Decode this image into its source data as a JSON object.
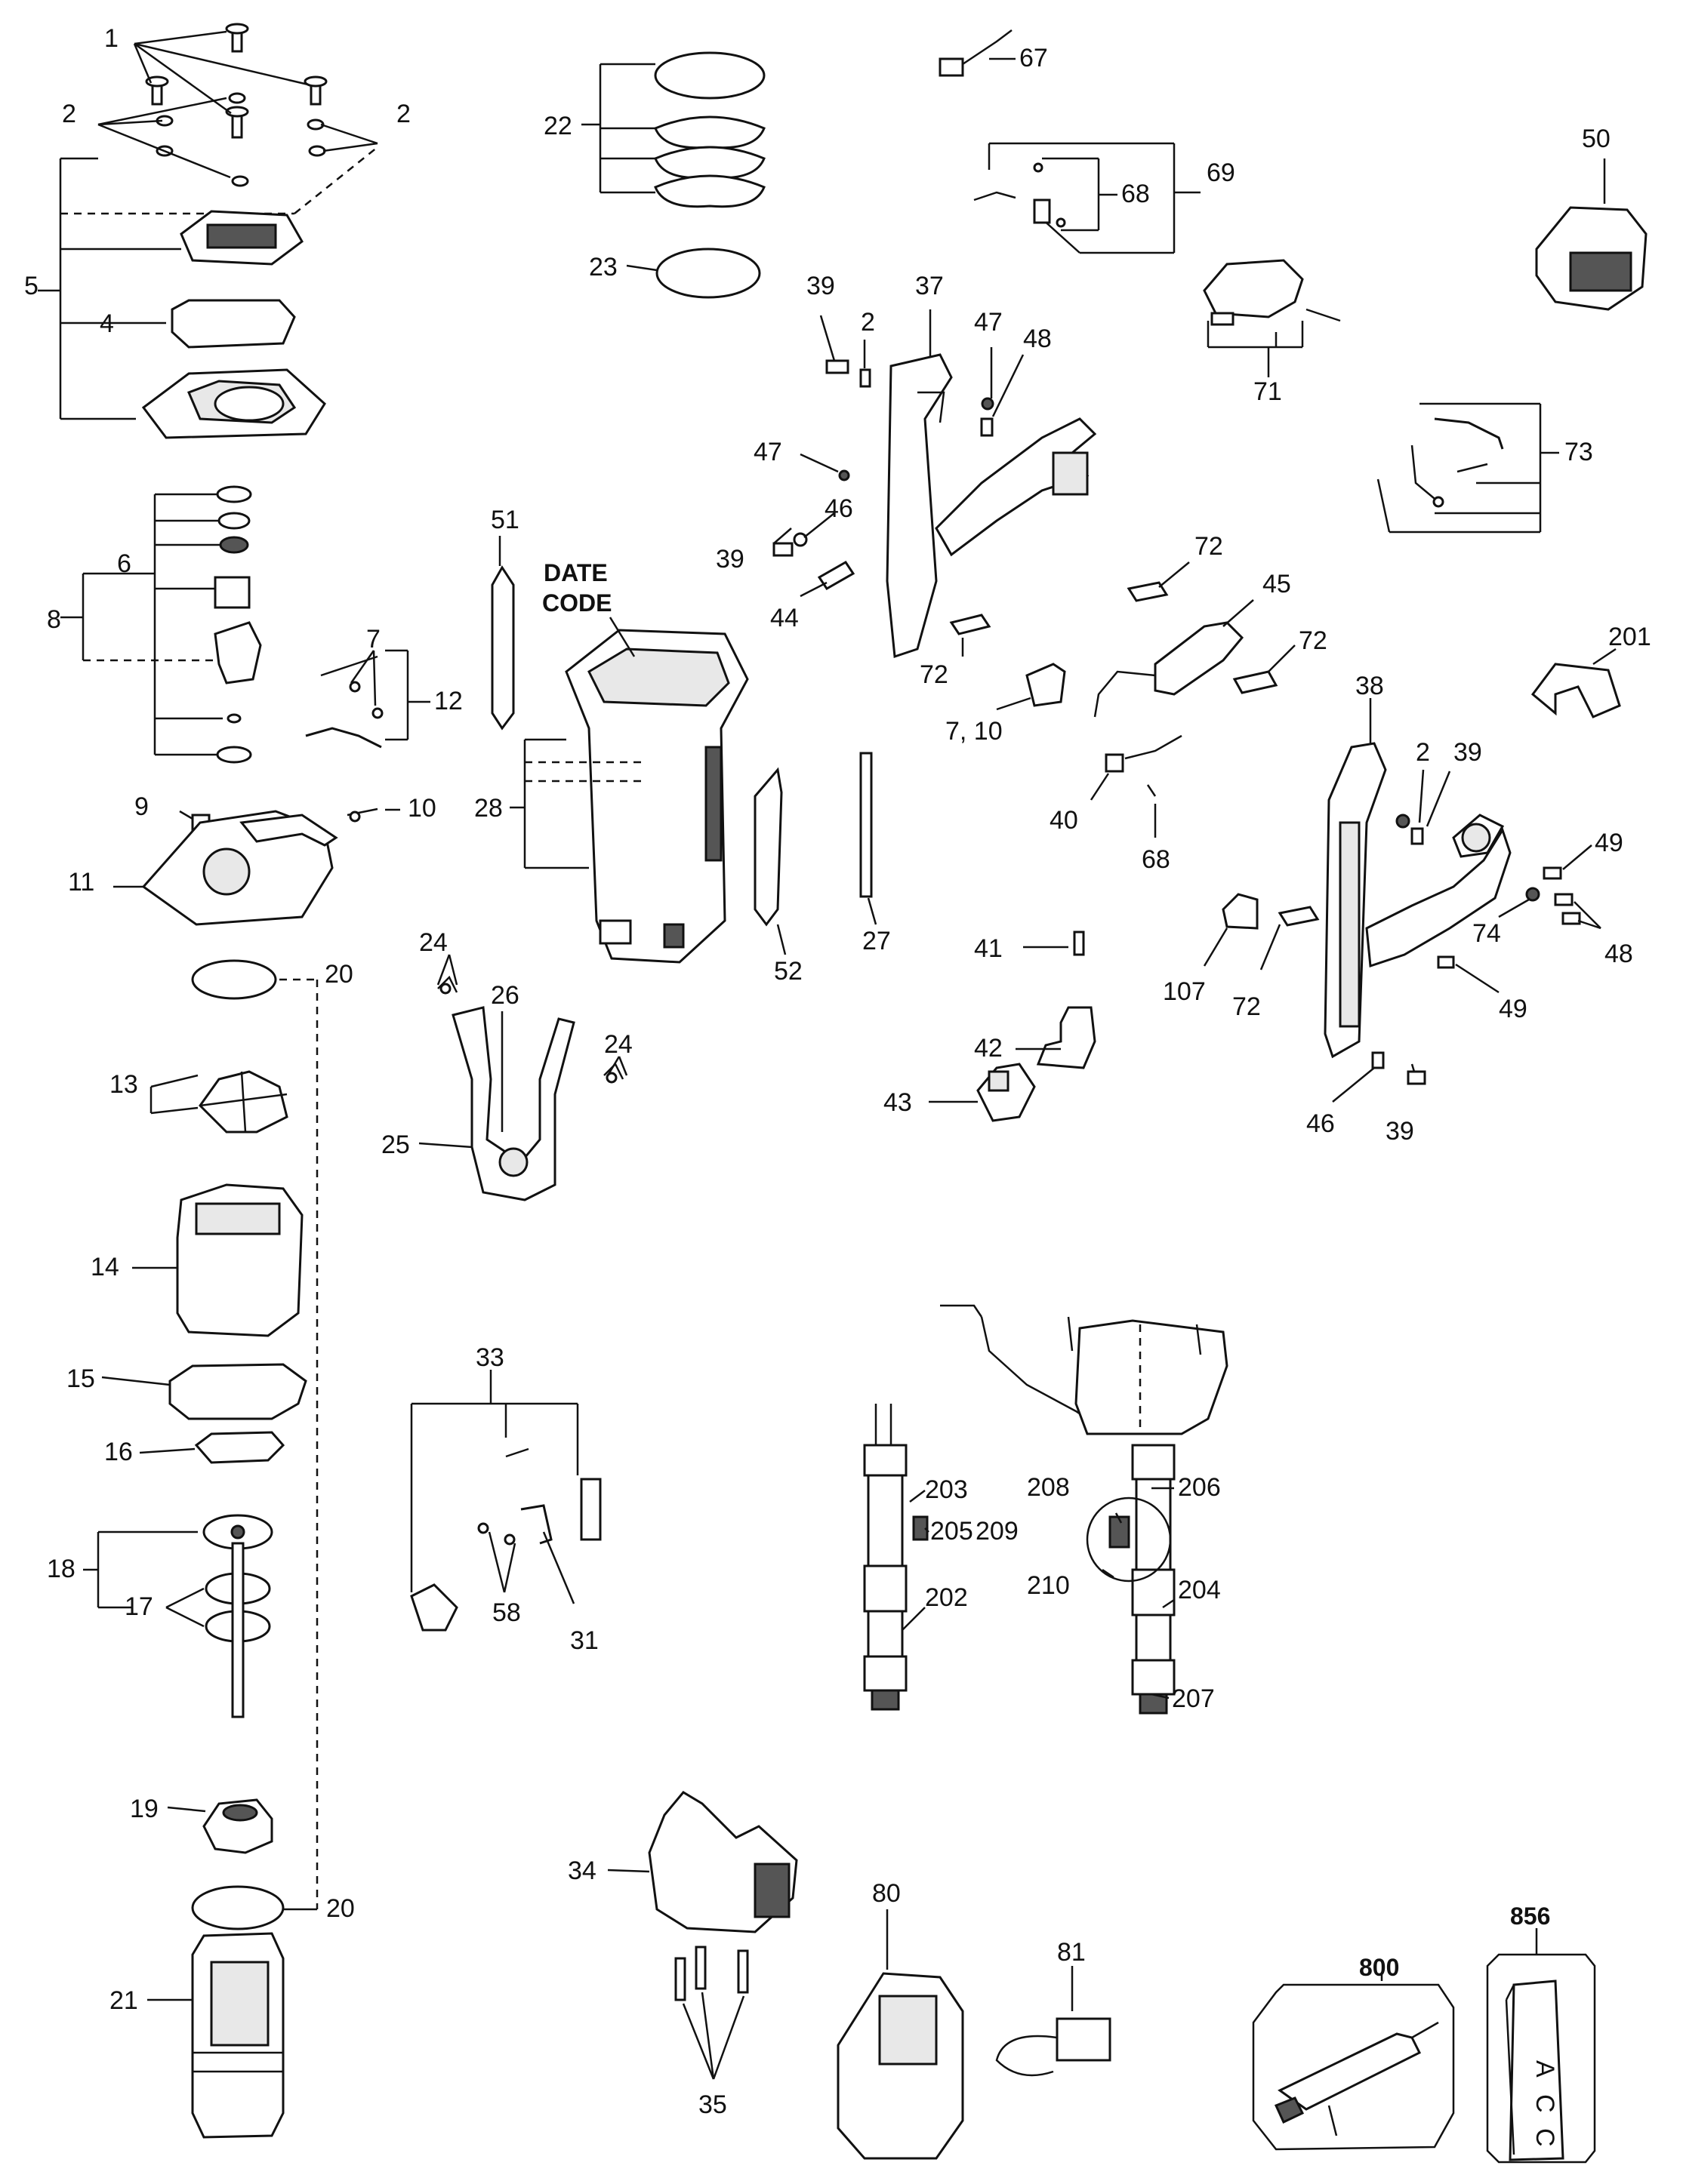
{
  "diagram": {
    "labels": [
      "1",
      "2",
      "2",
      "5",
      "4",
      "6",
      "8",
      "7",
      "12",
      "9",
      "10",
      "11",
      "20",
      "13",
      "14",
      "15",
      "16",
      "18",
      "17",
      "19",
      "20",
      "21",
      "22",
      "23",
      "51",
      "28",
      "24",
      "26",
      "24",
      "25",
      "33",
      "58",
      "31",
      "34",
      "35",
      "80",
      "81",
      "67",
      "69",
      "68",
      "50",
      "39",
      "2",
      "37",
      "47",
      "48",
      "47",
      "46",
      "39",
      "44",
      "72",
      "7, 10",
      "71",
      "73",
      "72",
      "45",
      "72",
      "40",
      "68",
      "201",
      "38",
      "2",
      "39",
      "49",
      "74",
      "48",
      "49",
      "107",
      "72",
      "46",
      "39",
      "41",
      "42",
      "43",
      "27",
      "52",
      "203",
      "205",
      "209",
      "202",
      "208",
      "206",
      "210",
      "204",
      "207",
      "800",
      "856"
    ],
    "date_code": [
      "DATE",
      "CODE"
    ],
    "kit_text": [
      "A",
      "C",
      "C"
    ]
  }
}
